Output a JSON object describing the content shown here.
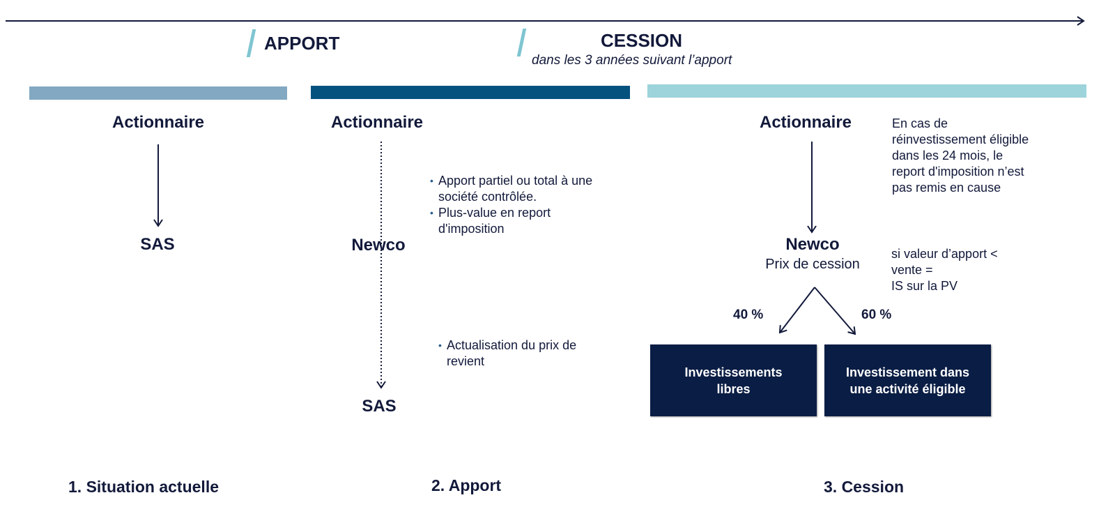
{
  "colors": {
    "text": "#12193a",
    "band_1": "#82a8c2",
    "band_2": "#06527f",
    "band_3": "#9dd3db",
    "box": "#0a1d44",
    "slash": "#7fc5d1"
  },
  "timeline": {
    "apport_label": "APPORT",
    "cession_label": "CESSION",
    "cession_sub": "dans les 3 années suivant l’apport"
  },
  "stage1": {
    "top": "Actionnaire",
    "bottom": "SAS",
    "title": "1. Situation actuelle"
  },
  "stage2": {
    "top": "Actionnaire",
    "middle": "Newco",
    "bottom": "SAS",
    "bullets_top": [
      "Apport partiel ou total à une société contrôlée.",
      "Plus-value en report d'imposition"
    ],
    "bullets_bottom": [
      "Actualisation du prix de revient"
    ],
    "title": "2. Apport"
  },
  "stage3": {
    "top": "Actionnaire",
    "middle": "Newco",
    "middle_sub": "Prix de cession",
    "note_reinvest": "En cas de\nréinvestissement éligible\ndans les 24 mois, le\nreport d'imposition n’est\npas remis en cause",
    "note_is": "si valeur d’apport <\nvente =\n IS sur la PV",
    "pct_left": "40 %",
    "pct_right": "60 %",
    "box_left": "Investissements libres",
    "box_right": "Investissement dans une activité éligible",
    "title": "3. Cession"
  }
}
